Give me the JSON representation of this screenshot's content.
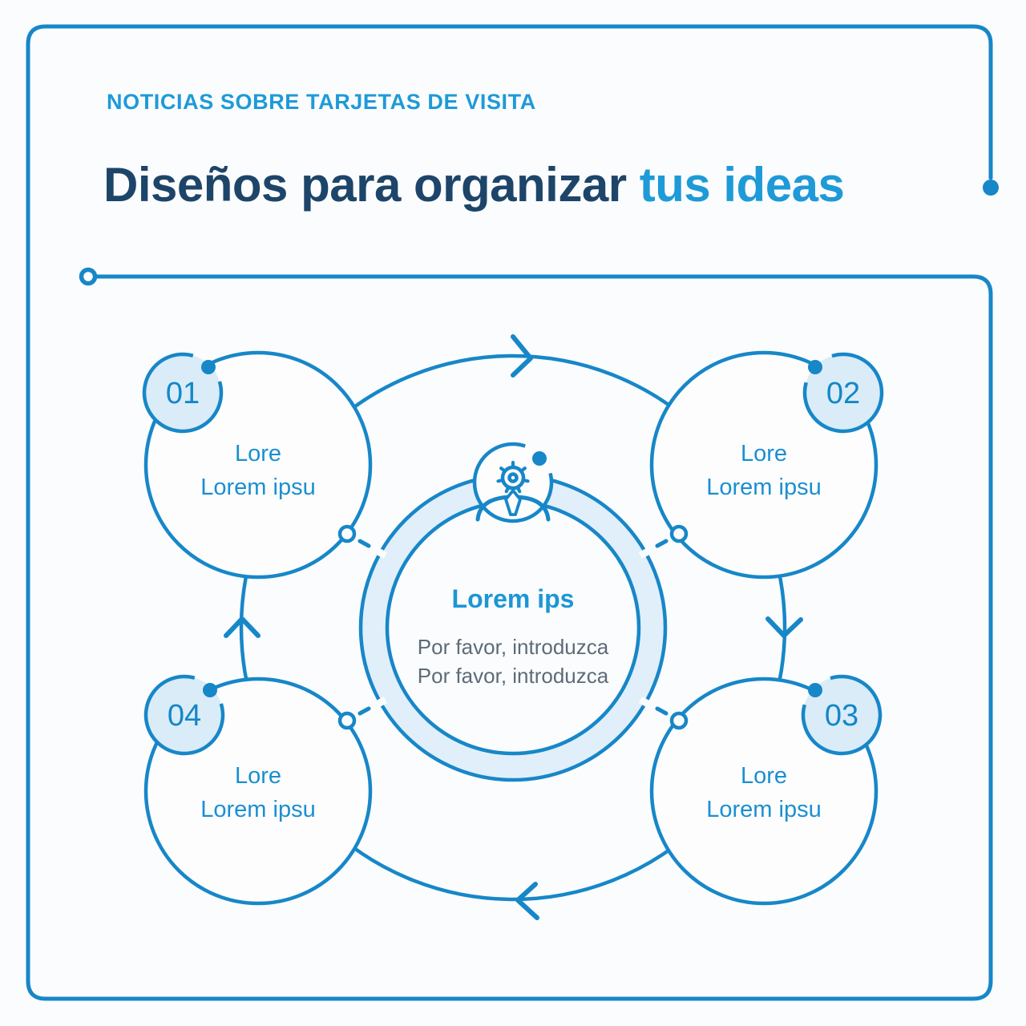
{
  "header": {
    "kicker": "NOTICIAS SOBRE TARJETAS DE VISITA",
    "title_main": "Diseños para organizar",
    "title_accent": "tus ideas"
  },
  "diagram": {
    "center": {
      "title": "Lorem ips",
      "body_line1": "Por favor, introduzca",
      "body_line2": "Por favor, introduzca",
      "icon": "user-gear-icon"
    },
    "steps": [
      {
        "number": "01",
        "line1": "Lore",
        "line2": "Lorem ipsu"
      },
      {
        "number": "02",
        "line1": "Lore",
        "line2": "Lorem ipsu"
      },
      {
        "number": "03",
        "line1": "Lore",
        "line2": "Lorem ipsu"
      },
      {
        "number": "04",
        "line1": "Lore",
        "line2": "Lorem ipsu"
      }
    ],
    "flow": "clockwise"
  },
  "colors": {
    "stroke_blue": "#1787c8",
    "accent_blue": "#1e9ad8",
    "title_navy": "#1d4569",
    "step_text_blue": "#1a8fd1",
    "number_blue": "#1487c7",
    "center_title_blue": "#1b96d6",
    "body_gray": "#5d6b78",
    "badge_fill": "#d9ecf8",
    "ring_band_fill": "#e0effa",
    "background": "#fbfcfd"
  }
}
